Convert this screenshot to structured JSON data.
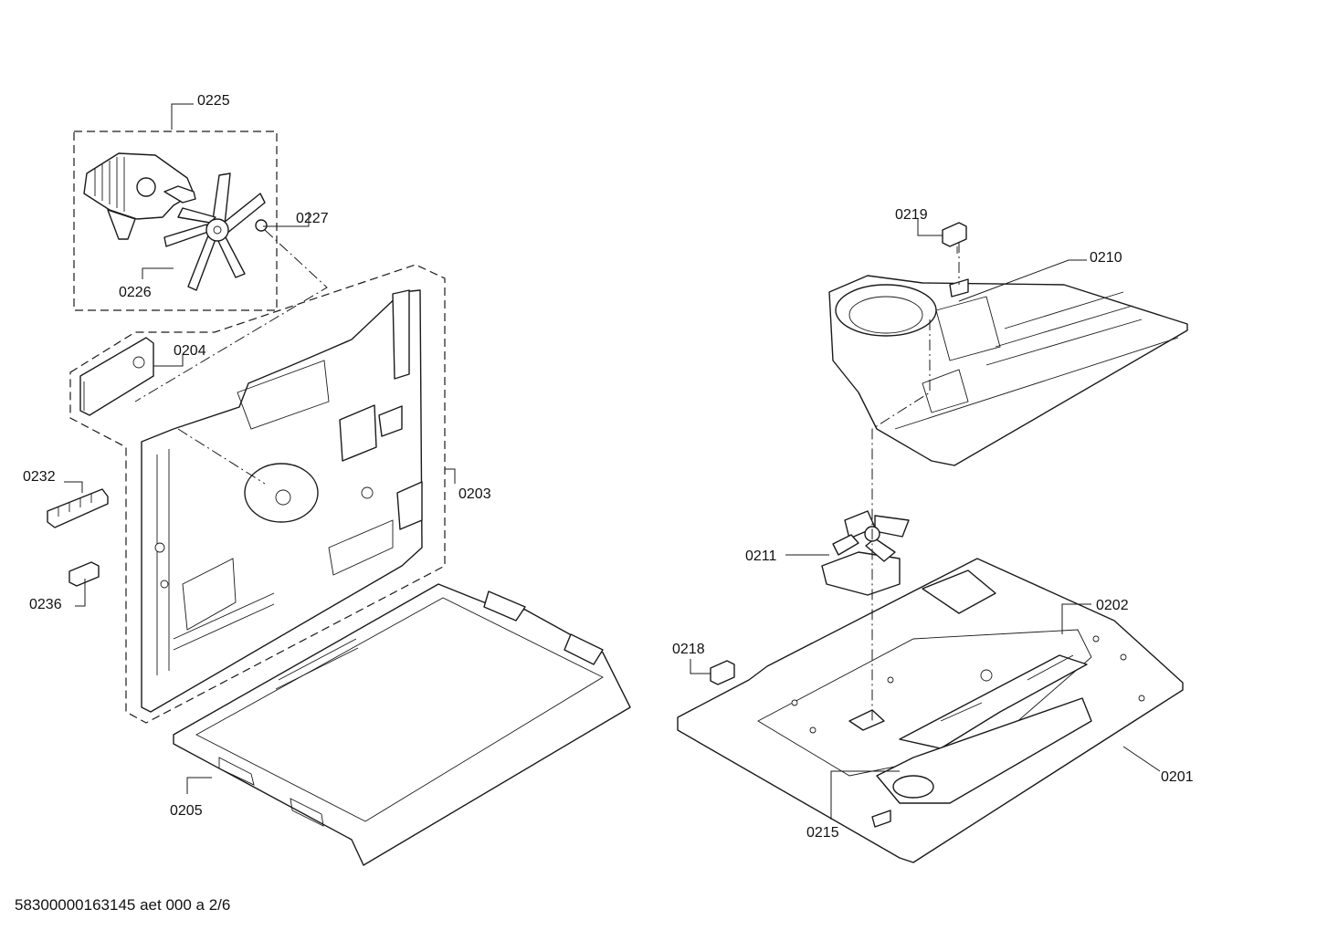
{
  "labels": {
    "p0225": "0225",
    "p0226": "0226",
    "p0227": "0227",
    "p0204": "0204",
    "p0232": "0232",
    "p0236": "0236",
    "p0203": "0203",
    "p0205": "0205",
    "p0219": "0219",
    "p0210": "0210",
    "p0211": "0211",
    "p0202": "0202",
    "p0218": "0218",
    "p0201": "0201",
    "p0215": "0215"
  },
  "footer": {
    "document_id": "58300000163145 aet 000 a 2/6"
  }
}
